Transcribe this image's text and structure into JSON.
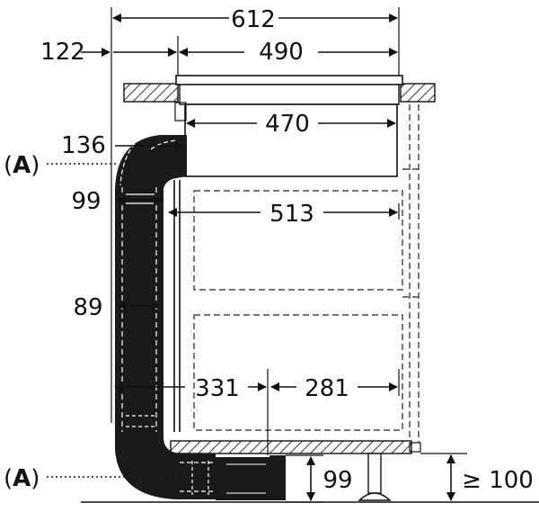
{
  "dimensions": {
    "width_total": "612",
    "offset_left": "122",
    "cooktop_width": "490",
    "cooktop_inner": "470",
    "duct_offset": "136",
    "duct_depth": "99",
    "duct_width": "89",
    "cabinet_inner": "513",
    "duct_to_center": "331",
    "center_to_back": "281",
    "duct_height": "99",
    "plinth_min": "≥ 100"
  },
  "labels": {
    "callout_top": {
      "open": "(",
      "letter": "A",
      "close": ")"
    },
    "callout_bottom": {
      "open": "(",
      "letter": "A",
      "close": ")"
    }
  },
  "colors": {
    "duct": "#1a1a1a",
    "hatch": "#333333",
    "lines": "#111111"
  }
}
